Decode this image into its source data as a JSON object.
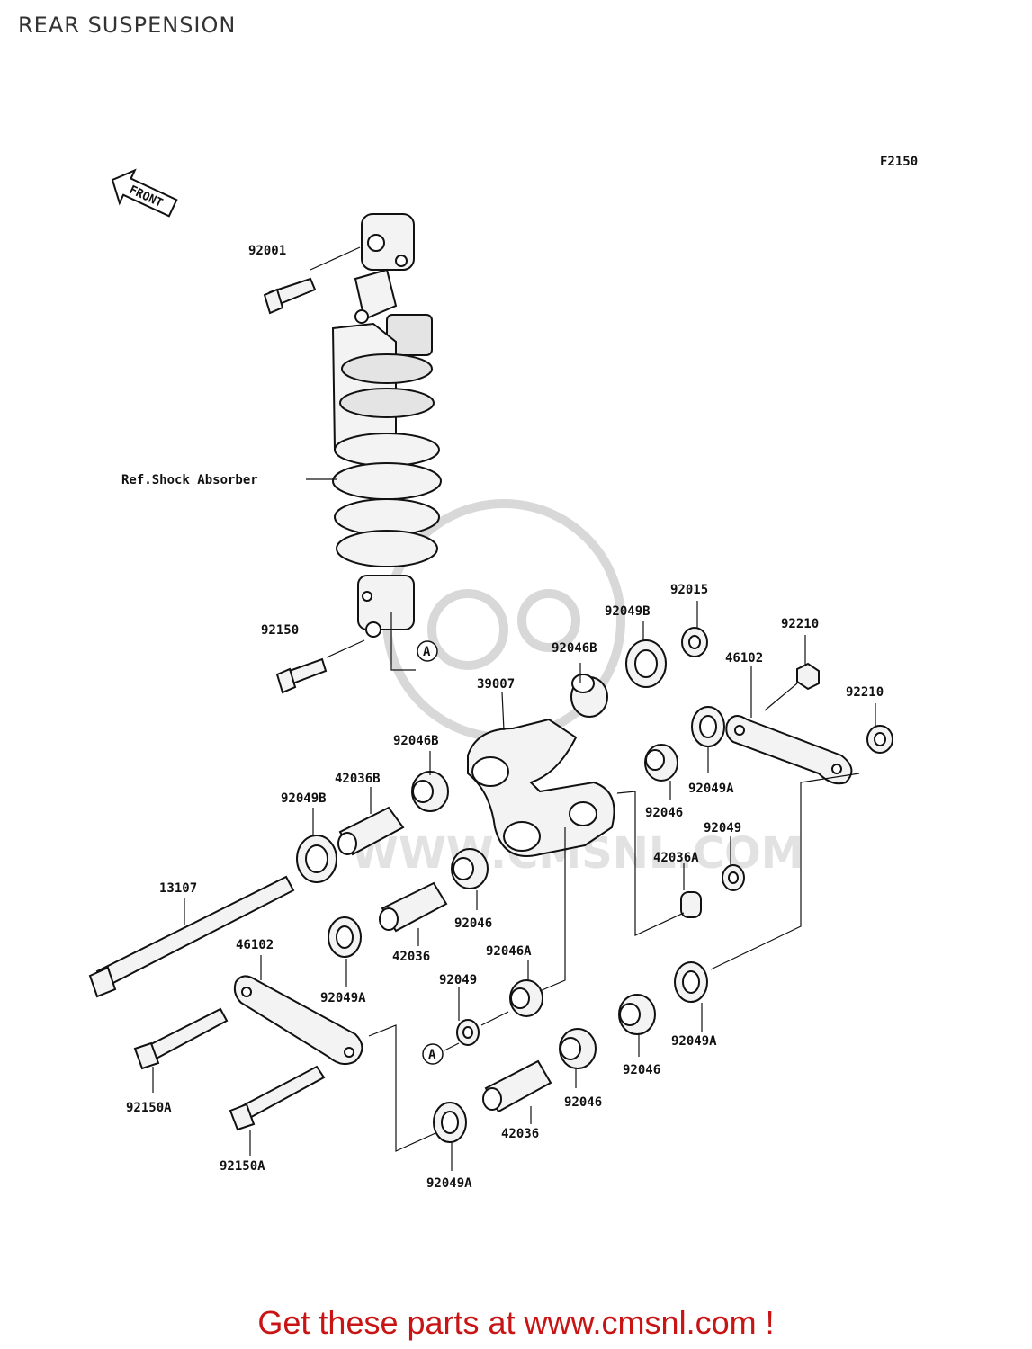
{
  "header": {
    "title": "REAR SUSPENSION"
  },
  "diagram": {
    "figure_code": "F2150",
    "front_label": "FRONT",
    "watermark_text": "WWW.CMSNL.COM",
    "ref_label": "Ref.Shock Absorber",
    "circle_marker": "A",
    "parts": {
      "p92001": "92001",
      "p92150": "92150",
      "p92015": "92015",
      "p92049B_top": "92049B",
      "p92210_a": "92210",
      "p92210_b": "92210",
      "p46102_right": "46102",
      "p92046B_top": "92046B",
      "p39007": "39007",
      "p92046B_mid": "92046B",
      "p42036B": "42036B",
      "p92049B_left": "92049B",
      "p92049A_right": "92049A",
      "p92046_right": "92046",
      "p92049_right": "92049",
      "p42036A": "42036A",
      "p13107": "13107",
      "p92046_mid": "92046",
      "p42036_mid": "42036",
      "p46102_left": "46102",
      "p92049A_left": "92049A",
      "p92049_center": "92049",
      "p92046A": "92046A",
      "p92150A_a": "92150A",
      "p92150A_b": "92150A",
      "p92046_lower1": "92046",
      "p92046_lower2": "92046",
      "p42036_lower": "42036",
      "p92049A_lower": "92049A",
      "p92049A_bottomright": "92049A"
    }
  },
  "footer": {
    "promo": "Get these parts at www.cmsnl.com !"
  }
}
